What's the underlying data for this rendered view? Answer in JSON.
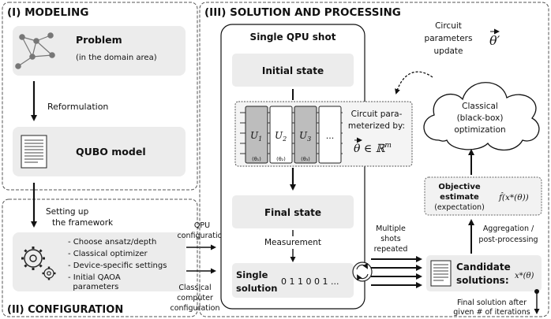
{
  "modeling": {
    "heading": "(I) MODELING",
    "problem_title": "Problem",
    "problem_sub": "(in the domain area)",
    "reformulation": "Reformulation",
    "qubo": "QUBO model"
  },
  "configuration": {
    "heading": "(II) CONFIGURATION",
    "setting_up_line1": "Setting up",
    "setting_up_line2": "the framework",
    "items": [
      "- Choose ansatz/depth",
      "- Classical optimizer",
      "- Device-specific settings",
      "- Initial QAOA",
      "  parameters"
    ],
    "qpu_config_line1": "QPU",
    "qpu_config_line2": "configuration",
    "classical_config_line1": "Classical",
    "classical_config_line2": "computer",
    "classical_config_line3": "configuration"
  },
  "processing": {
    "heading": "(III) SOLUTION AND PROCESSING",
    "qpu_shot_title": "Single QPU shot",
    "initial_state": "Initial state",
    "gates": [
      "U",
      "U",
      "U",
      "..."
    ],
    "gate_subs": [
      "1",
      "2",
      "3"
    ],
    "theta_labels": [
      "(θ₁)",
      "(θ₂)",
      "(θ₃)"
    ],
    "circuit_text_line1": "Circuit para-",
    "circuit_text_line2": "meterized by:",
    "theta_expr": "θ ∈ ℝ",
    "theta_exp": "m",
    "final_state": "Final state",
    "measurement": "Measurement",
    "single_solution_line1": "Single",
    "single_solution_line2": "solution",
    "bitstring": "0 1 1 0 0 1 ...",
    "multiple_shots_line1": "Multiple",
    "multiple_shots_line2": "shots",
    "multiple_shots_line3": "repeated",
    "candidate_line1": "Candidate",
    "candidate_line2": "solutions:",
    "candidate_expr": "x*(θ)",
    "aggregation_line1": "Aggregation /",
    "aggregation_line2": "post-processing",
    "objective_line1": "Objective",
    "objective_line2": "estimate",
    "objective_line3": "(expectation)",
    "objective_expr": "f̂(x*(θ))",
    "classical_line1": "Classical",
    "classical_line2": "(black-box)",
    "classical_line3": "optimization",
    "circuit_update_line1": "Circuit",
    "circuit_update_line2": "parameters",
    "circuit_update_line3": "update",
    "theta_prime": "θ′",
    "final_solution_line1": "Final solution after",
    "final_solution_line2": "given # of iterations"
  },
  "colors": {
    "box_fill": "#ececec",
    "gate_fill": "#bdbdbd",
    "circuit_fill": "#f4f4f4",
    "line": "#111111"
  }
}
